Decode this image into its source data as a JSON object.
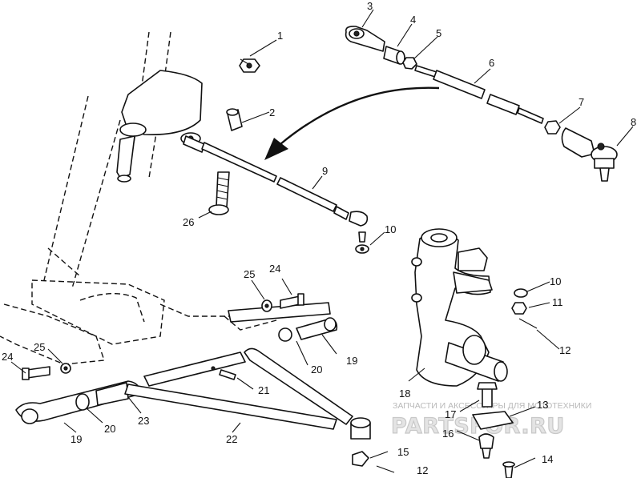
{
  "diagram": {
    "callouts": [
      {
        "id": "c1",
        "label": "1"
      },
      {
        "id": "c2",
        "label": "2"
      },
      {
        "id": "c3",
        "label": "3"
      },
      {
        "id": "c4",
        "label": "4"
      },
      {
        "id": "c5",
        "label": "5"
      },
      {
        "id": "c6",
        "label": "6"
      },
      {
        "id": "c7",
        "label": "7"
      },
      {
        "id": "c8",
        "label": "8"
      },
      {
        "id": "c9",
        "label": "9"
      },
      {
        "id": "c10a",
        "label": "10"
      },
      {
        "id": "c10b",
        "label": "10"
      },
      {
        "id": "c11",
        "label": "11"
      },
      {
        "id": "c12a",
        "label": "12"
      },
      {
        "id": "c12b",
        "label": "12"
      },
      {
        "id": "c13",
        "label": "13"
      },
      {
        "id": "c14",
        "label": "14"
      },
      {
        "id": "c15",
        "label": "15"
      },
      {
        "id": "c16",
        "label": "16"
      },
      {
        "id": "c17",
        "label": "17"
      },
      {
        "id": "c18",
        "label": "18"
      },
      {
        "id": "c19a",
        "label": "19"
      },
      {
        "id": "c19b",
        "label": "19"
      },
      {
        "id": "c20a",
        "label": "20"
      },
      {
        "id": "c20b",
        "label": "20"
      },
      {
        "id": "c21",
        "label": "21"
      },
      {
        "id": "c22",
        "label": "22"
      },
      {
        "id": "c23",
        "label": "23"
      },
      {
        "id": "c24a",
        "label": "24"
      },
      {
        "id": "c24b",
        "label": "24"
      },
      {
        "id": "c25a",
        "label": "25"
      },
      {
        "id": "c25b",
        "label": "25"
      },
      {
        "id": "c26",
        "label": "26"
      }
    ]
  },
  "watermark": {
    "small_text": "ЗАПЧАСТИ И АКСЕССУАРЫ ДЛЯ МОТОТЕХНИКИ",
    "logo_text": "PARTSFOR.RU"
  }
}
